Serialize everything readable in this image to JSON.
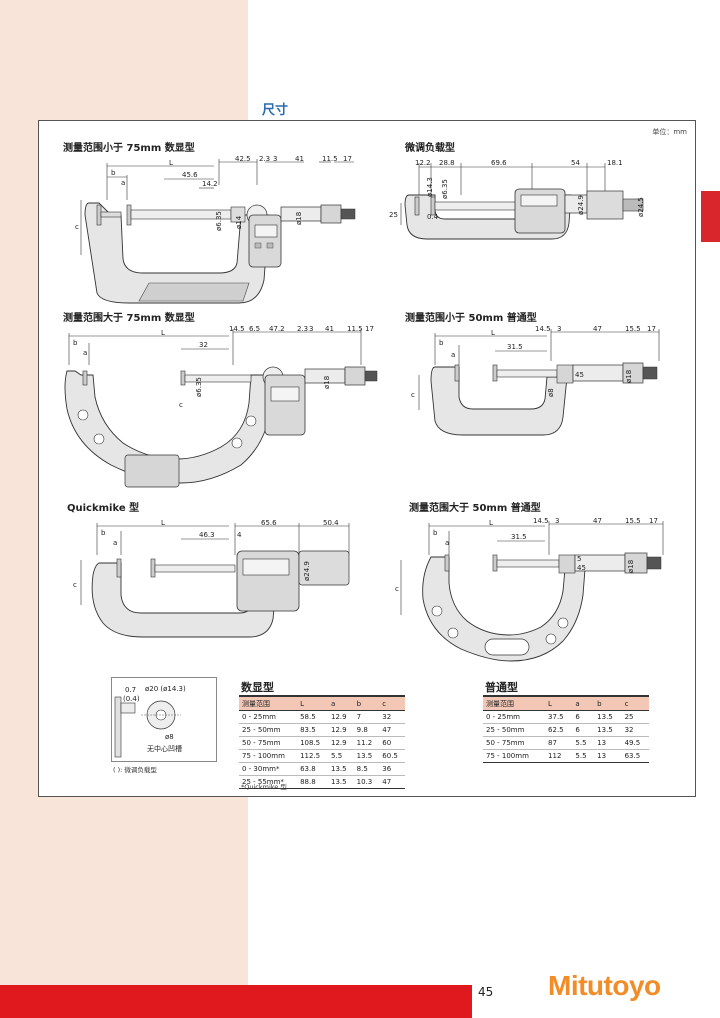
{
  "section_title": "尺寸",
  "unit_label": "单位：mm",
  "page_number": "45",
  "brand": "Mitutoyo",
  "panels": {
    "digital_under_75": {
      "title": "测量范围小于 75mm 数显型",
      "dims": {
        "b": "b",
        "a": "a",
        "L": "L",
        "d456": "45.6",
        "d142": "14.2",
        "d425": "42.5",
        "d23": "2.3",
        "d3": "3",
        "d41": "41",
        "d115": "11.5",
        "d17": "17",
        "c": "c",
        "phi635": "ø6.35",
        "phi14": "ø14",
        "phi18": "ø18"
      }
    },
    "fine_load": {
      "title": "微调负载型",
      "dims": {
        "d122": "12.2",
        "d288": "28.8",
        "d696": "69.6",
        "d54": "54",
        "d181": "18.1",
        "d25": "25",
        "d04": "0.4",
        "phi143": "ø14.3",
        "phi635": "ø6.35",
        "phi249": "ø24.9",
        "phi245": "ø24.5"
      }
    },
    "digital_over_75": {
      "title": "测量范围大于 75mm 数显型",
      "dims": {
        "b": "b",
        "a": "a",
        "L": "L",
        "d32": "32",
        "d145": "14.5",
        "d65": "6.5",
        "d472": "47.2",
        "d23": "2.3",
        "d3": "3",
        "d41": "41",
        "d115": "11.5",
        "d17": "17",
        "c": "c",
        "phi635": "ø6.35",
        "phi18": "ø18"
      }
    },
    "standard_under_50": {
      "title": "测量范围小于 50mm 普通型",
      "dims": {
        "b": "b",
        "a": "a",
        "L": "L",
        "d315": "31.5",
        "d145": "14.5",
        "d3": "3",
        "d47": "47",
        "d155": "15.5",
        "d17": "17",
        "c": "c",
        "phi8": "ø8",
        "phi18": "ø18",
        "s45": "45"
      }
    },
    "quickmike": {
      "title": "Quickmike 型",
      "dims": {
        "b": "b",
        "a": "a",
        "L": "L",
        "d463": "46.3",
        "d4": "4",
        "d656": "65.6",
        "d504": "50.4",
        "c": "c",
        "phi249": "ø24.9"
      }
    },
    "standard_over_50": {
      "title": "测量范围大于 50mm 普通型",
      "dims": {
        "b": "b",
        "a": "a",
        "L": "L",
        "d315": "31.5",
        "d145": "14.5",
        "d3": "3",
        "d47": "47",
        "d155": "15.5",
        "d17": "17",
        "c": "c",
        "phi18": "ø18",
        "s5": "5",
        "s45": "45"
      }
    }
  },
  "inset": {
    "d07": "0.7",
    "d04": "(0.4)",
    "phi20": "ø20 (ø14.3)",
    "phi8": "ø8",
    "center_label": "无中心凹槽",
    "caption": "( ): 微调负载型"
  },
  "tables": {
    "digital": {
      "title": "数显型",
      "headers": [
        "测量范围",
        "L",
        "a",
        "b",
        "c"
      ],
      "rows": [
        [
          "0 - 25mm",
          "58.5",
          "12.9",
          "7",
          "32"
        ],
        [
          "25 - 50mm",
          "83.5",
          "12.9",
          "9.8",
          "47"
        ],
        [
          "50 - 75mm",
          "108.5",
          "12.9",
          "11.2",
          "60"
        ],
        [
          "75 - 100mm",
          "112.5",
          "5.5",
          "13.5",
          "60.5"
        ],
        [
          "0 - 30mm*",
          "63.8",
          "13.5",
          "8.5",
          "36"
        ],
        [
          "25 - 55mm*",
          "88.8",
          "13.5",
          "10.3",
          "47"
        ]
      ],
      "footnote": "*Quickmike 型"
    },
    "standard": {
      "title": "普通型",
      "headers": [
        "测量范围",
        "L",
        "a",
        "b",
        "c"
      ],
      "rows": [
        [
          "0 - 25mm",
          "37.5",
          "6",
          "13.5",
          "25"
        ],
        [
          "25 - 50mm",
          "62.5",
          "6",
          "13.5",
          "32"
        ],
        [
          "50 - 75mm",
          "87",
          "5.5",
          "13",
          "49.5"
        ],
        [
          "75 - 100mm",
          "112",
          "5.5",
          "13",
          "63.5"
        ]
      ]
    }
  }
}
